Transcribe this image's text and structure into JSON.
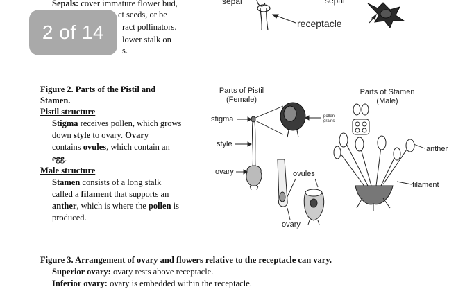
{
  "pager": {
    "label": "2 of 14"
  },
  "top": {
    "sepals_term": "Sepals:",
    "sepals_line1": " cover immature flower bud,",
    "sepals_line2": "ct seeds, or be",
    "sepals_line3": "ract pollinators.",
    "sepals_line4": "lower stalk on",
    "sepals_line5": "s."
  },
  "top_figure": {
    "sepal_left": "sepal",
    "sepal_right": "sepal",
    "receptacle": "receptacle"
  },
  "figure2": {
    "caption_line1": "Figure 2.  Parts of the Pistil and",
    "caption_line2": "Stamen.",
    "pistil_heading": "Pistil structure",
    "pistil_l1_a": "Stigma",
    "pistil_l1_b": " receives pollen, which grows",
    "pistil_l2_a": "down ",
    "pistil_l2_b": "style",
    "pistil_l2_c": " to ovary.  ",
    "pistil_l2_d": "Ovary",
    "pistil_l3_a": "contains ",
    "pistil_l3_b": "ovules",
    "pistil_l3_c": ", which contain an",
    "pistil_l4_a": "egg",
    "pistil_l4_b": ".",
    "male_heading": "Male structure",
    "male_l1_a": "Stamen",
    "male_l1_b": " consists of a long stalk",
    "male_l2_a": "called a ",
    "male_l2_b": "filament",
    "male_l2_c": " that supports an",
    "male_l3_a": "anther",
    "male_l3_b": ", which is where the ",
    "male_l3_c": "pollen",
    "male_l3_d": " is",
    "male_l4": "produced."
  },
  "figure2_diagram": {
    "pistil_title_1": "Parts of Pistil",
    "pistil_title_2": "(Female)",
    "stamen_title_1": "Parts of Stamen",
    "stamen_title_2": "(Male)",
    "stigma": "stigma",
    "style": "style",
    "ovary_left": "ovary",
    "ovules": "ovules",
    "ovary_bottom": "ovary",
    "pollen_1": "pollen",
    "pollen_2": "grains",
    "anther": "anther",
    "filament": "filament"
  },
  "figure3": {
    "caption": "Figure 3.  Arrangement of ovary and flowers relative to the receptacle can vary.",
    "superior_term": "Superior ovary:",
    "superior_text": " ovary rests above receptacle.",
    "inferior_term": "Inferior ovary:",
    "inferior_text": " ovary is embedded within the receptacle."
  }
}
